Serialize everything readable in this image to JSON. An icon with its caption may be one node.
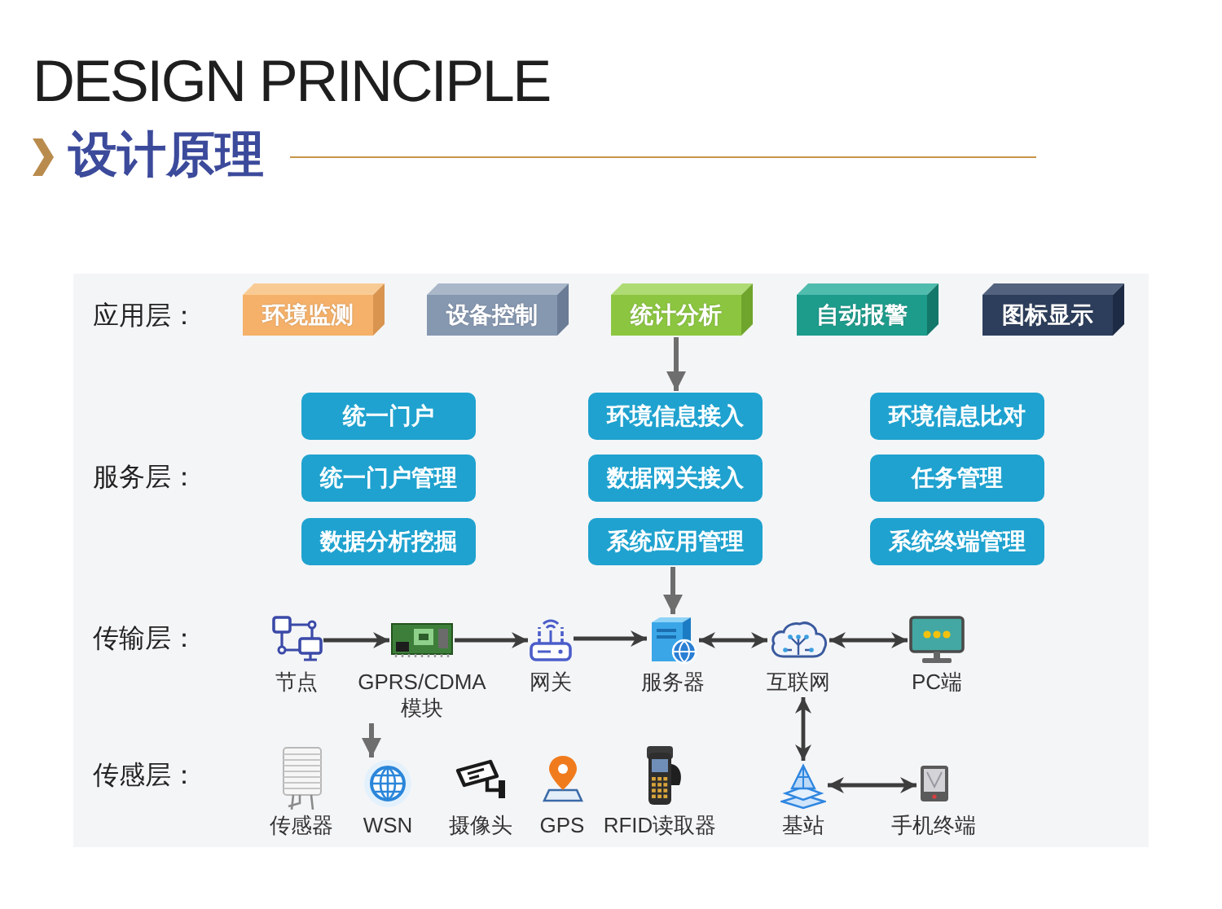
{
  "diagram": {
    "title": "DESIGN PRINCIPLE",
    "nodes": [
      {
        "text": [
          "环境监测"
        ]
      },
      {
        "text": [
          "设备控制"
        ]
      },
      {
        "text": [
          "统计分析"
        ]
      },
      {
        "text": [
          "自动报警"
        ]
      },
      {
        "text": [
          "图标显示"
        ]
      },
      {
        "text": [
          "统一门户"
        ]
      },
      {
        "text": [
          "环境信息接入"
        ]
      },
      {
        "text": [
          "环境信息比对"
        ]
      },
      {
        "text": [
          "统一门户管理"
        ]
      },
      {
        "text": [
          "数据网关接入"
        ]
      },
      {
        "text": [
          "任务管理"
        ]
      },
      {
        "text": [
          "数据分析挖掘"
        ]
      },
      {
        "text": [
          "系统应用管理"
        ]
      },
      {
        "text": [
          "系统终端管理"
        ]
      },
      {
        "text": [
          "节点"
        ]
      },
      {
        "text": [
          "GPRS/CDMA模块"
        ]
      },
      {
        "text": [
          "网关"
        ]
      },
      {
        "text": [
          "服务器"
        ]
      },
      {
        "text": [
          "互联网"
        ]
      },
      {
        "text": [
          "PC端"
        ]
      },
      {
        "text": [
          "传感器"
        ]
      },
      {
        "text": [
          "WSN"
        ]
      },
      {
        "text": [
          "摄像头"
        ]
      },
      {
        "text": [
          "GPS"
        ]
      },
      {
        "text": [
          "RFID读取器"
        ]
      },
      {
        "text": [
          "基站"
        ]
      },
      {
        "text": [
          "手机终端"
        ]
      }
    ],
    "edges": [
      {
        "from": 2,
        "to": 6,
        "arrow": "to",
        "color": "#6e6e6e"
      },
      {
        "from": 12,
        "to": 17,
        "arrow": "to",
        "color": "#6e6e6e"
      },
      {
        "from": 14,
        "to": 15,
        "arrow": "to"
      },
      {
        "from": 15,
        "to": 16,
        "arrow": "to"
      },
      {
        "from": 16,
        "to": 17,
        "arrow": "to"
      },
      {
        "from": 17,
        "to": 18,
        "arrow": "both"
      },
      {
        "from": 18,
        "to": 19,
        "arrow": "both"
      },
      {
        "from": 15,
        "to": 21,
        "arrow": "to",
        "color": "#6e6e6e"
      },
      {
        "from": 18,
        "to": 25,
        "arrow": "both"
      },
      {
        "from": 25,
        "to": 26,
        "arrow": "both"
      }
    ],
    "labels": [
      "设计原理",
      "应用层：",
      "服务层：",
      "传输层：",
      "传感层："
    ]
  }
}
